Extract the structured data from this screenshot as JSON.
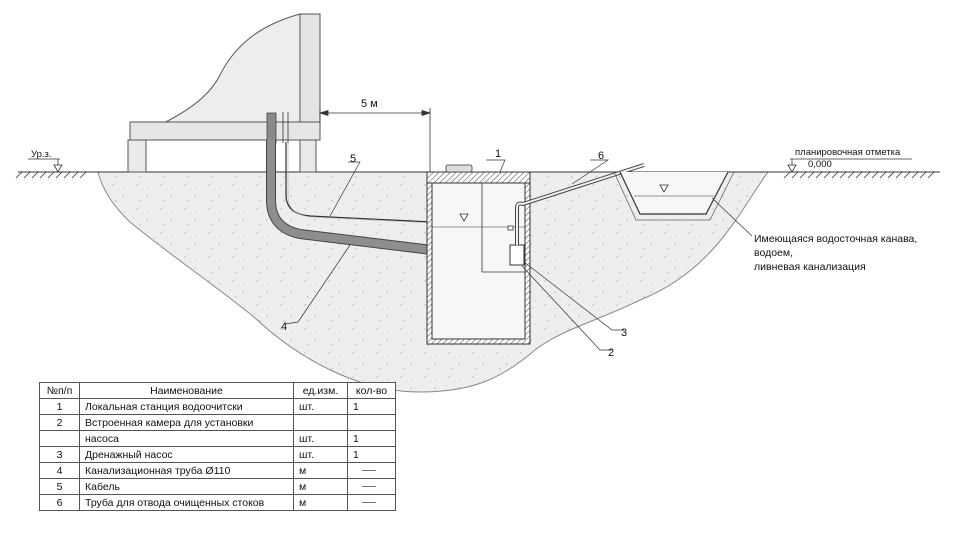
{
  "drawing": {
    "ground_level_label": "Ур.з.",
    "planning_mark_label": "планировочная отметка",
    "planning_mark_value": "0,000",
    "distance_label": "5 м",
    "existing_drain_label": [
      "Имеющаяся водосточная канава,",
      "водоем,",
      "ливневая канализация"
    ],
    "callouts": [
      "1",
      "2",
      "3",
      "4",
      "5",
      "6"
    ]
  },
  "table": {
    "headers": [
      "№п/п",
      "Наименование",
      "ед.изм.",
      "кол-во"
    ],
    "rows": [
      {
        "n": "1",
        "name": "Локальная станция водоочитски",
        "unit": "шт.",
        "qty": "1",
        "dash": false
      },
      {
        "n": "2",
        "name": "Встроенная камера для установки",
        "unit": "",
        "qty": "",
        "dash": false
      },
      {
        "n": "",
        "name": "насоса",
        "unit": "шт.",
        "qty": "1",
        "dash": false
      },
      {
        "n": "3",
        "name": "Дренажный насос",
        "unit": "шт.",
        "qty": "1",
        "dash": false
      },
      {
        "n": "4",
        "name": "Канализационная труба Ø110",
        "unit": "м",
        "qty": "",
        "dash": true
      },
      {
        "n": "5",
        "name": "Кабель",
        "unit": "м",
        "qty": "",
        "dash": true
      },
      {
        "n": "6",
        "name": "Труба для отвода очищенных стоков",
        "unit": "м",
        "qty": "",
        "dash": true
      }
    ]
  }
}
